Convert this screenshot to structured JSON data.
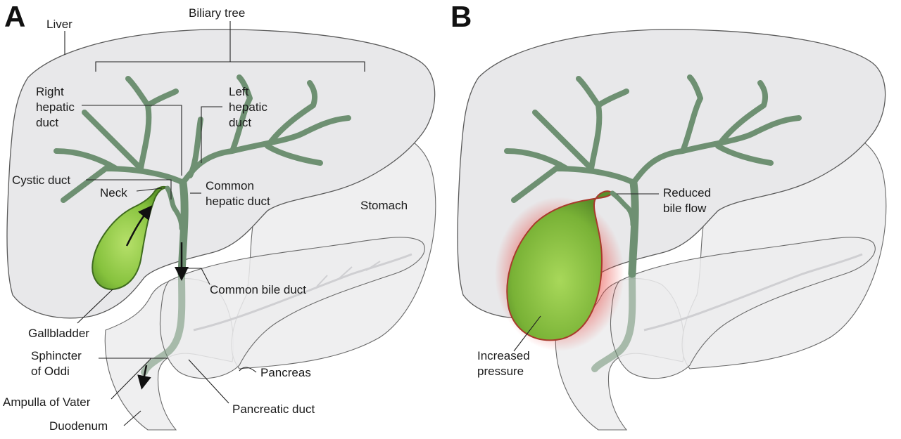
{
  "panels": {
    "a": {
      "letter": "A",
      "labels": {
        "liver": "Liver",
        "biliary_tree": "Biliary tree",
        "right_hepatic_duct": [
          "Right",
          "hepatic",
          "duct"
        ],
        "left_hepatic_duct": [
          "Left",
          "hepatic",
          "duct"
        ],
        "cystic_duct": "Cystic duct",
        "neck": "Neck",
        "common_hepatic_duct": [
          "Common",
          "hepatic duct"
        ],
        "stomach": "Stomach",
        "common_bile_duct": "Common bile duct",
        "gallbladder": "Gallbladder",
        "sphincter_of_oddi": [
          "Sphincter",
          "of Oddi"
        ],
        "pancreas": "Pancreas",
        "ampulla_of_vater": "Ampulla of Vater",
        "pancreatic_duct": "Pancreatic duct",
        "duodenum": "Duodenum"
      }
    },
    "b": {
      "letter": "B",
      "labels": {
        "reduced_bile_flow": [
          "Reduced",
          "bile flow"
        ],
        "increased_pressure": [
          "Increased",
          "pressure"
        ]
      }
    }
  },
  "colors": {
    "organ_fill": "#e8e8ea",
    "duct_green": "#6e9072",
    "gallbladder_green": "#7fbf3a",
    "pressure_glow": "#e8413a"
  }
}
